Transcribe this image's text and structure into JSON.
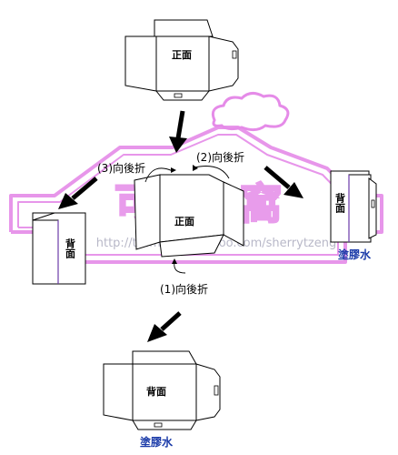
{
  "labels": {
    "front": "正面",
    "back": "背面",
    "fold_1": "(1)向後折",
    "fold_2": "(2)向後折",
    "fold_3": "(3)向後折",
    "glue": "塗膠水"
  },
  "watermark": {
    "title": "可愛小窩",
    "url": "http://tw.myblog.yahoo.com/sherrytzeng"
  },
  "colors": {
    "watermark": "#e58be8",
    "url": "#b8b8c8",
    "glue_text": "#1a3aa8",
    "arrow": "#000000",
    "outline": "#000000"
  }
}
